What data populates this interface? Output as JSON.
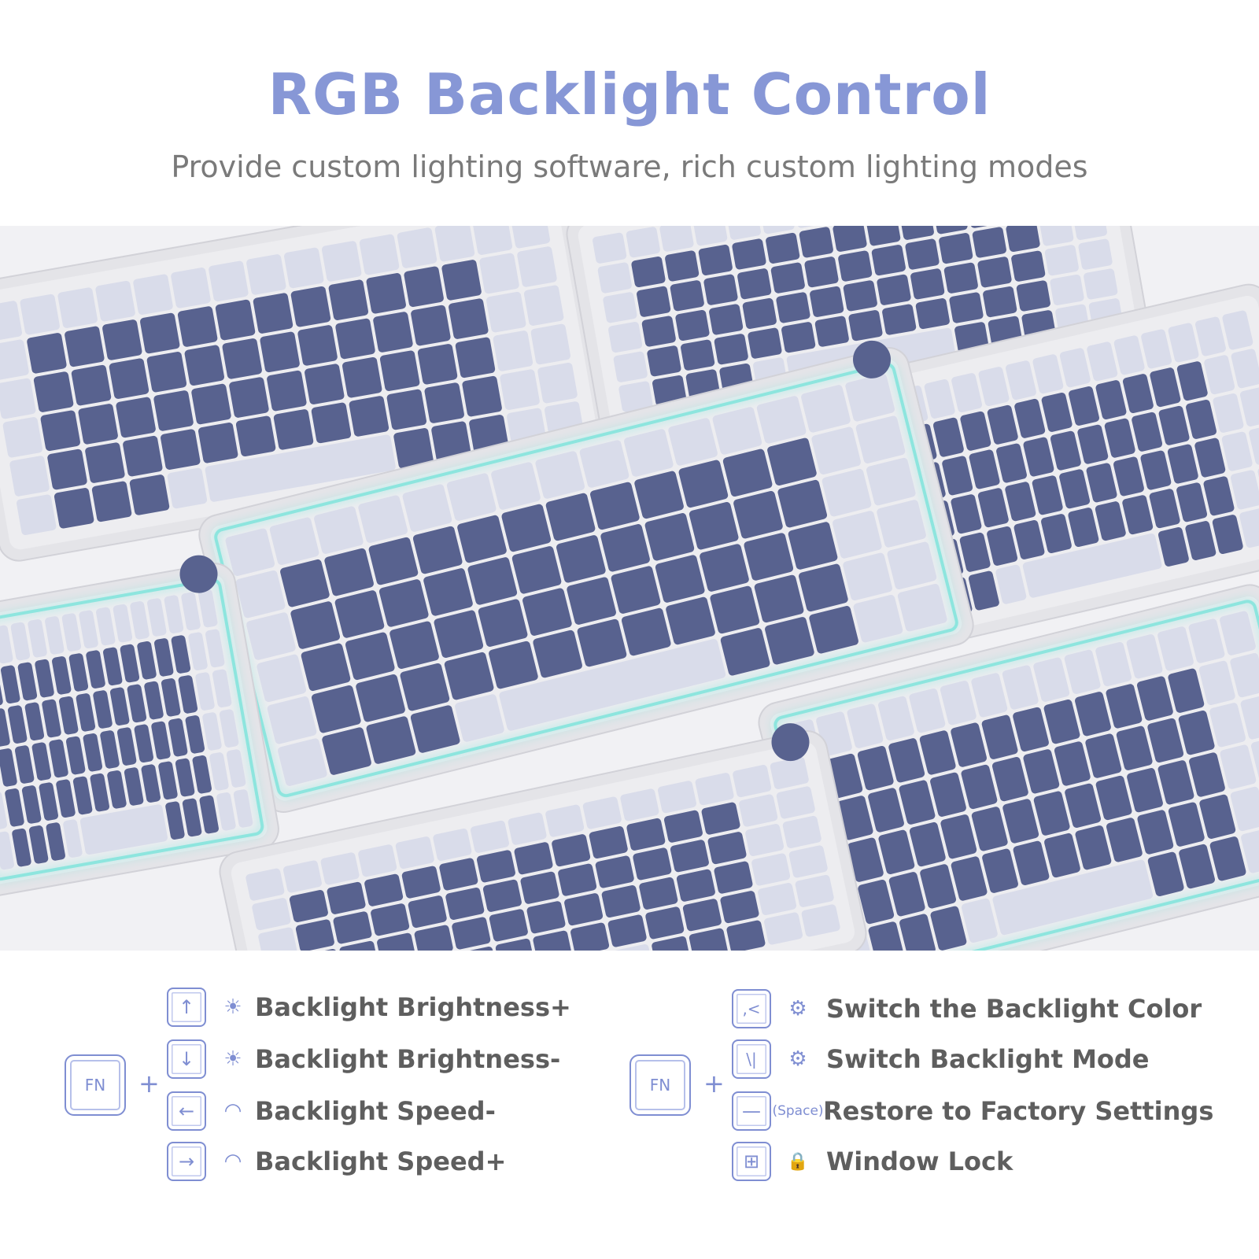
{
  "header": {
    "title": "RGB Backlight Control",
    "subtitle": "Provide custom lighting software, rich custom lighting modes"
  },
  "photo": {
    "description_icon": "keyboard-photo",
    "colors": {
      "keycap_dark": "#58628f",
      "keycap_light": "#d9dcea",
      "case": "#ededf0",
      "glow": "#3fe0d0"
    }
  },
  "legend": {
    "left": {
      "fn_label": "FN",
      "plus": "+",
      "items": [
        {
          "key_icon": "arrow-up-icon",
          "key_glyph": "↑",
          "symbol_icon": "brightness-icon",
          "symbol_glyph": "☀",
          "label": "Backlight Brightness+"
        },
        {
          "key_icon": "arrow-down-icon",
          "key_glyph": "↓",
          "symbol_icon": "brightness-icon",
          "symbol_glyph": "☀",
          "label": "Backlight Brightness-"
        },
        {
          "key_icon": "arrow-left-icon",
          "key_glyph": "←",
          "symbol_icon": "speedometer-icon",
          "symbol_glyph": "◠",
          "label": "Backlight Speed-"
        },
        {
          "key_icon": "arrow-right-icon",
          "key_glyph": "→",
          "symbol_icon": "speedometer-icon",
          "symbol_glyph": "◠",
          "label": "Backlight Speed+"
        }
      ]
    },
    "right": {
      "fn_label": "FN",
      "plus": "+",
      "items": [
        {
          "key_icon": "comma-less-key-icon",
          "key_glyph": ",<",
          "symbol_icon": "color-gear-icon",
          "symbol_glyph": "⚙",
          "label": "Switch the Backlight Color"
        },
        {
          "key_icon": "backslash-key-icon",
          "key_glyph": "\\|",
          "symbol_icon": "mode-gear-icon",
          "symbol_glyph": "⚙",
          "label": "Switch Backlight Mode"
        },
        {
          "key_icon": "space-key-icon",
          "key_glyph": "—",
          "symbol_icon": "space-icon",
          "symbol_glyph": "(Space)",
          "label": "Restore to Factory Settings"
        },
        {
          "key_icon": "windows-key-icon",
          "key_glyph": "⊞",
          "symbol_icon": "lock-icon",
          "symbol_glyph": "🔒",
          "label": "Window Lock"
        }
      ]
    }
  }
}
